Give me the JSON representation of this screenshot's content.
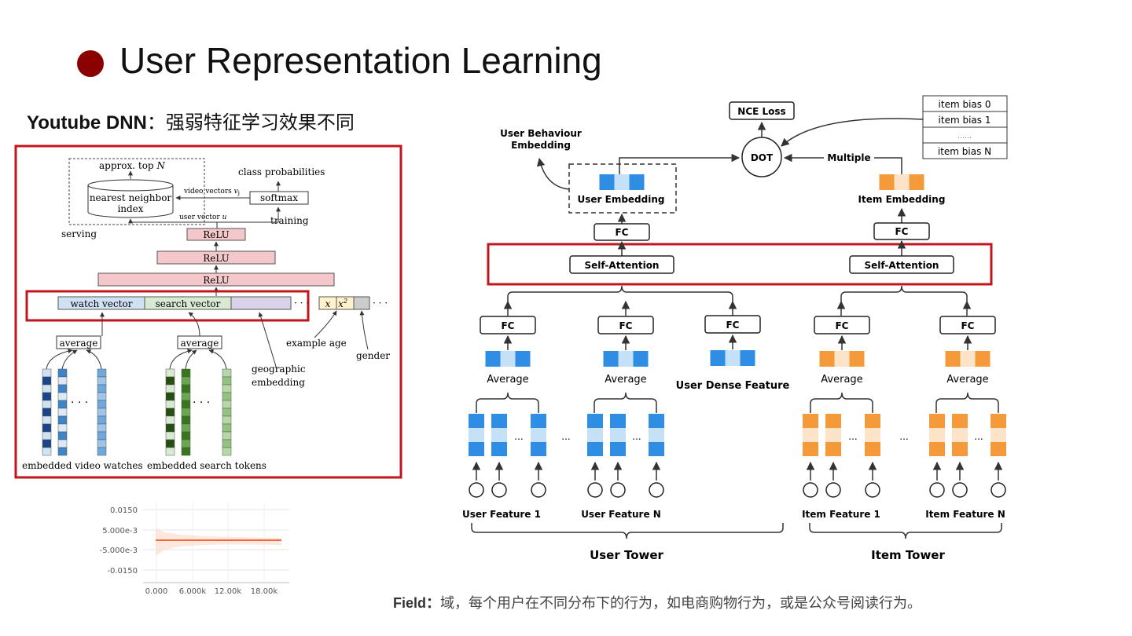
{
  "title": "User Representation Learning",
  "subtitle": {
    "bold": "Youtube DNN",
    "rest": "：强弱特征学习效果不同"
  },
  "youtube_dnn": {
    "approx_top": "approx. top",
    "approx_top_n": "N",
    "class_probabilities": "class probabilities",
    "video_vectors": "video vectors",
    "video_vectors_var": "v",
    "video_vectors_sub": "j",
    "softmax": "softmax",
    "nn_index_line1": "nearest neighbor",
    "nn_index_line2": "index",
    "user_vector": "user vector",
    "user_vector_var": "u",
    "serving": "serving",
    "training": "training",
    "relu": "ReLU",
    "watch_vector": "watch vector",
    "search_vector": "search vector",
    "x": "x",
    "x2": "x",
    "x2_sup": "2",
    "ellipsis": "· · ·",
    "average": "average",
    "example_age": "example age",
    "gender": "gender",
    "geographic_line1": "geographic",
    "geographic_line2": "embedding",
    "embedded_video_watches": "embedded video watches",
    "embedded_search_tokens": "embedded search tokens"
  },
  "loss_chart": {
    "y_ticks": [
      "0.0150",
      "5.000e-3",
      "-5.000e-3",
      "-0.0150"
    ],
    "x_ticks": [
      "0.000",
      "6.000k",
      "12.00k",
      "18.00k"
    ],
    "line_color": "#f26b3a"
  },
  "tower_diagram": {
    "nce_loss": "NCE Loss",
    "dot": "DOT",
    "multiple": "Multiple",
    "item_bias": [
      "item bias 0",
      "item bias 1",
      "……",
      "item bias N"
    ],
    "user_behaviour_line1": "User Behaviour",
    "user_behaviour_line2": "Embedding",
    "user_embedding": "User Embedding",
    "item_embedding": "Item Embedding",
    "fc": "FC",
    "self_attention": "Self-Attention",
    "average": "Average",
    "user_dense_feature": "User Dense Feature",
    "ellipsis": "...",
    "user_feature_1": "User Feature 1",
    "user_feature_n": "User Feature N",
    "item_feature_1": "Item Feature 1",
    "item_feature_n": "Item Feature N",
    "user_tower": "User Tower",
    "item_tower": "Item Tower",
    "colors": {
      "blue": "#2f8de4",
      "light_blue": "#c5e1f7",
      "orange": "#f59a3a",
      "light_orange": "#fde3c8",
      "red": "#c0161d"
    }
  },
  "field_note": {
    "bold": "Field：",
    "rest": "域，每个用户在不同分布下的行为，如电商购物行为，或是公众号阅读行为。"
  }
}
